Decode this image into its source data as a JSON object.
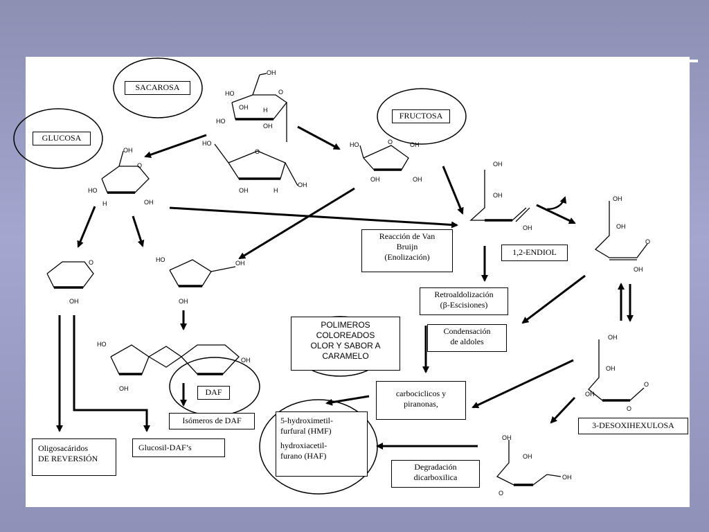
{
  "labels": {
    "sacarosa": "SACAROSA",
    "glucosa": "GLUCOSA",
    "fructosa": "FRUCTOSA",
    "van_bruijn_1": "Reacción de Van",
    "van_bruijn_2": "Bruijn",
    "van_bruijn_3": "(Enolización)",
    "endiol": "1,2-ENDIOL",
    "retro_1": "Retroaldolización",
    "retro_2": "(β-Escisiones)",
    "condens_1": "Condensación",
    "condens_2": "de aldoles",
    "polim_1": "POLIMEROS",
    "polim_2": "COLOREADOS",
    "polim_3": "OLOR Y SABOR A",
    "polim_4": "CARAMELO",
    "daf": "DAF",
    "isomeros": "Isómeros de DAF",
    "carbo_1": "carbociclicos y",
    "carbo_2": "piranonas,",
    "hmf_1": "5-hydroximetil-",
    "hmf_2": "furfural (HMF)",
    "haf_1": "hydroxiacetil-",
    "haf_2": "furano (HAF)",
    "oligo_1": "Oligosacáridos",
    "oligo_2": "DE REVERSIÓN",
    "glucosil": "Glucosil-DAF’s",
    "degrad_1": "Degradación",
    "degrad_2": "dicarboxilica",
    "desoxi": "3-DESOXIHEXULOSA"
  },
  "atoms": {
    "oh": "OH",
    "ho": "HO",
    "h": "H",
    "o": "O"
  }
}
